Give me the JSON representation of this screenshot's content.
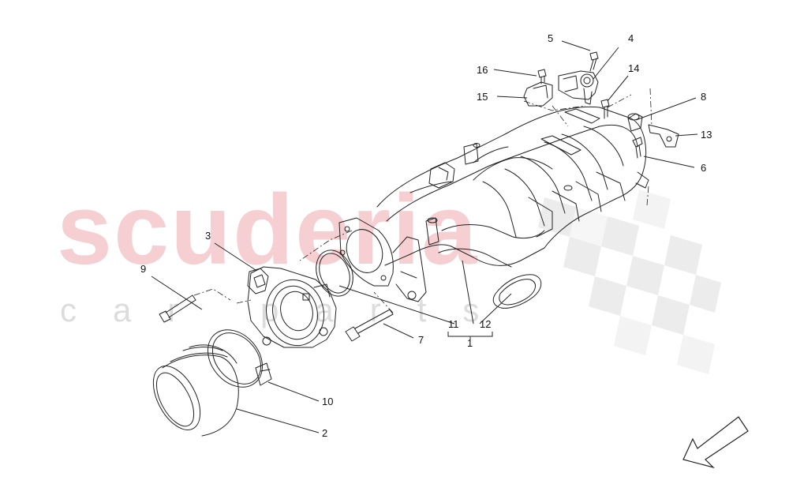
{
  "watermark": {
    "brand": "scuderia",
    "sub": "car parts"
  },
  "callouts": [
    {
      "id": "1",
      "label": "1"
    },
    {
      "id": "2",
      "label": "2"
    },
    {
      "id": "3",
      "label": "3"
    },
    {
      "id": "4",
      "label": "4"
    },
    {
      "id": "5",
      "label": "5"
    },
    {
      "id": "6",
      "label": "6"
    },
    {
      "id": "7",
      "label": "7"
    },
    {
      "id": "8",
      "label": "8"
    },
    {
      "id": "9",
      "label": "9"
    },
    {
      "id": "10",
      "label": "10"
    },
    {
      "id": "11",
      "label": "11"
    },
    {
      "id": "12",
      "label": "12"
    },
    {
      "id": "13",
      "label": "13"
    },
    {
      "id": "14",
      "label": "14"
    },
    {
      "id": "15",
      "label": "15"
    },
    {
      "id": "16",
      "label": "16"
    }
  ],
  "colors": {
    "line": "#222222",
    "watermark_red": "#f6cfd2",
    "watermark_grey": "#dcdcdc",
    "checker": "#ececec"
  }
}
